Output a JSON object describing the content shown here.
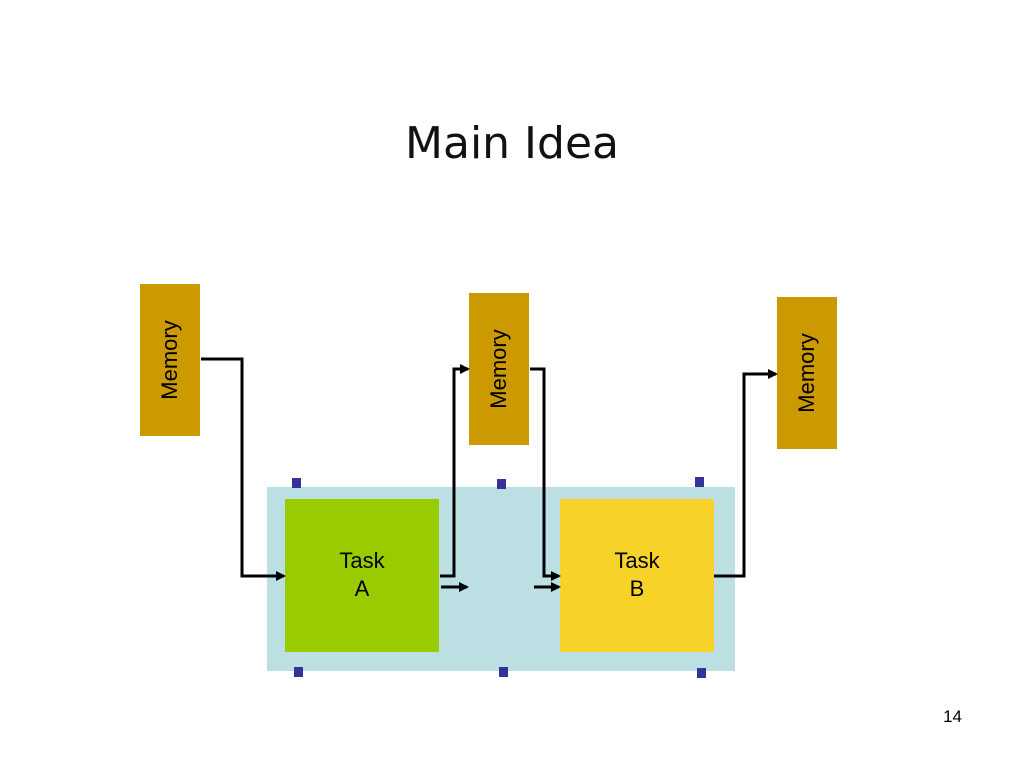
{
  "slide": {
    "title": "Main Idea",
    "page_number": "14"
  },
  "memories": [
    {
      "id": "memory-1",
      "label": "Memory"
    },
    {
      "id": "memory-2",
      "label": "Memory"
    },
    {
      "id": "memory-3",
      "label": "Memory"
    }
  ],
  "tasks": [
    {
      "id": "task-a",
      "line1": "Task",
      "line2": "A"
    },
    {
      "id": "task-b",
      "line1": "Task",
      "line2": "B"
    }
  ],
  "colors": {
    "memory": "#cc9900",
    "panel": "#bbdfe3",
    "task_a": "#99cc00",
    "task_b": "#f7d32a",
    "handle": "#333399",
    "arrow": "#000000"
  }
}
